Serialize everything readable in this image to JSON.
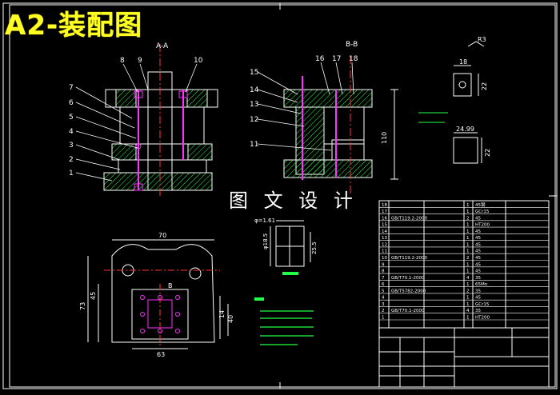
{
  "title": "A2-装配图",
  "watermark": "图 文 设 计",
  "section_labels": {
    "aa": "A-A",
    "bb": "B-B"
  },
  "part_numbers_left": [
    "1",
    "2",
    "3",
    "4",
    "5",
    "6",
    "7",
    "8",
    "9",
    "10"
  ],
  "part_numbers_mid": [
    "11",
    "12",
    "13",
    "14",
    "15",
    "16",
    "17",
    "18"
  ],
  "dims": {
    "top_w": "70",
    "left_h1": "73",
    "left_h2": "45",
    "bottom_w": "63",
    "right_h1": "14",
    "right_h2": "40",
    "bb_h": "110",
    "r3": "R3",
    "w18": "18",
    "h22a": "22",
    "w2499": "24.99",
    "h22b": "22",
    "phi": "φ=1.61",
    "phi2": "φ18.5",
    "h255": "25.5",
    "b_label": "B"
  },
  "colors": {
    "outline": "#ffffff",
    "magenta": "#ff33ff",
    "red": "#ff3333",
    "yellow": "#ffff22",
    "green": "#22ff44",
    "cyan": "#33ffff",
    "title": "#ffff22"
  },
  "bom_rows": [
    [
      "18",
      "",
      "",
      "1",
      "45钢",
      ""
    ],
    [
      "17",
      "",
      "",
      "1",
      "GCr15",
      ""
    ],
    [
      "16",
      "GB/T119.2-2000",
      "",
      "2",
      "45",
      ""
    ],
    [
      "15",
      "",
      "",
      "1",
      "HT200",
      ""
    ],
    [
      "14",
      "",
      "",
      "1",
      "45",
      ""
    ],
    [
      "13",
      "",
      "",
      "1",
      "45",
      ""
    ],
    [
      "12",
      "",
      "",
      "1",
      "45",
      ""
    ],
    [
      "11",
      "",
      "",
      "1",
      "45",
      ""
    ],
    [
      "10",
      "GB/T119.2-2000",
      "",
      "2",
      "45",
      ""
    ],
    [
      "9",
      "",
      "",
      "1",
      "45",
      ""
    ],
    [
      "8",
      "",
      "",
      "1",
      "45",
      ""
    ],
    [
      "7",
      "GB/T70.1-2000",
      "",
      "4",
      "35",
      ""
    ],
    [
      "6",
      "",
      "",
      "1",
      "65Mn",
      ""
    ],
    [
      "5",
      "GB/T5782-2000",
      "",
      "2",
      "35",
      ""
    ],
    [
      "4",
      "",
      "",
      "1",
      "45",
      ""
    ],
    [
      "3",
      "",
      "",
      "1",
      "GCr15",
      ""
    ],
    [
      "2",
      "GB/T70.1-2000",
      "",
      "4",
      "35",
      ""
    ],
    [
      "1",
      "",
      "",
      "1",
      "HT200",
      ""
    ]
  ]
}
